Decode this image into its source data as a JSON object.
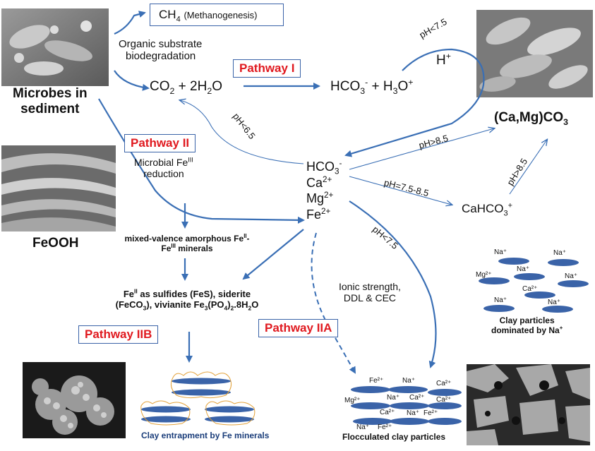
{
  "methane": {
    "formula": "CH",
    "sub": "4",
    "note": "(Methanogenesis)"
  },
  "organic": {
    "line1": "Organic substrate",
    "line2": "biodegradation"
  },
  "pathways": {
    "p1": "Pathway I",
    "p2": "Pathway II",
    "p2a": "Pathway IIA",
    "p2b": "Pathway IIB"
  },
  "labels": {
    "microbes": "Microbes in",
    "sediment": "sediment",
    "feooh": "FeOOH",
    "camgco3": "(Ca,Mg)CO",
    "camgco3_sub": "3",
    "hplus": "H",
    "hplus_sup": "+",
    "co2": "CO",
    "co2_sub": "2",
    "plus_2h2o": "+ 2H",
    "h2o_sub": "2",
    "h2o_o": "O",
    "hco3_top": "HCO",
    "hco3_sub": "3",
    "hco3_sup": "-",
    "plus_h3o": "+ H",
    "h3o_sub": "3",
    "h3o_o": "O",
    "h3o_sup": "+",
    "ion_hco3": "HCO",
    "ion_hco3_sub": "3",
    "ion_hco3_sup": "-",
    "ion_ca": "Ca",
    "ion_ca_sup": "2+",
    "ion_mg": "Mg",
    "ion_mg_sup": "2+",
    "ion_fe": "Fe",
    "ion_fe_sup": "2+",
    "cahco3": "CaHCO",
    "cahco3_sub": "3",
    "cahco3_sup": "+",
    "fe_reduction_1": "Microbial Fe",
    "fe_reduction_1_sup": "III",
    "fe_reduction_2": "reduction",
    "mixed_1": "mixed-valence amorphous Fe",
    "mixed_1_sup": "II",
    "mixed_1_dash": "-",
    "mixed_2": "Fe",
    "mixed_2_sup": "III",
    "mixed_2_rest": " minerals",
    "fe2_a": "Fe",
    "fe2_a_sup": "II",
    "fe2_b": " as sulfides (FeS), siderite",
    "fe2_c": "(FeCO",
    "fe2_c_sub": "3",
    "fe2_d": "), vivianite Fe",
    "fe2_d_sub": "3",
    "fe2_e": "(PO",
    "fe2_e_sub": "4",
    "fe2_f": ")",
    "fe2_f_sub": "2",
    "fe2_g": ".8H",
    "fe2_g_sub": "2",
    "fe2_h": "O",
    "ionic_1": "Ionic strength,",
    "ionic_2": "DDL & CEC",
    "clay_na_1": "Clay particles",
    "clay_na_2": "dominated by Na",
    "clay_na_2_sup": "+",
    "clay_entrap": "Clay entrapment by Fe minerals",
    "flocculated": "Flocculated clay particles"
  },
  "ph": {
    "lt75_top": "pH<7.5",
    "lt65": "pH<6.5",
    "gt85_a": "pH>8.5",
    "range": "pH=7.5-8.5",
    "gt85_b": "pH>8.5",
    "lt75_bottom": "pH<7.5"
  },
  "ions_na_cluster": [
    "Na⁺",
    "Na⁺",
    "Na⁺",
    "Mg²⁺",
    "Ca²⁺",
    "Na⁺",
    "Na⁺",
    "Na⁺"
  ],
  "ions_floc_cluster": [
    "Fe²⁺",
    "Na⁺",
    "Ca²⁺",
    "Mg²⁺",
    "Na⁺",
    "Ca²⁺",
    "Ca²⁺",
    "Ca²⁺",
    "Na⁺",
    "Fe²⁺",
    "Na⁺",
    "Fe²⁺"
  ],
  "colors": {
    "arrow": "#3a6fb5",
    "red": "#e0191f",
    "ellipse": "#3a63a8",
    "border": "#3a63a8"
  }
}
